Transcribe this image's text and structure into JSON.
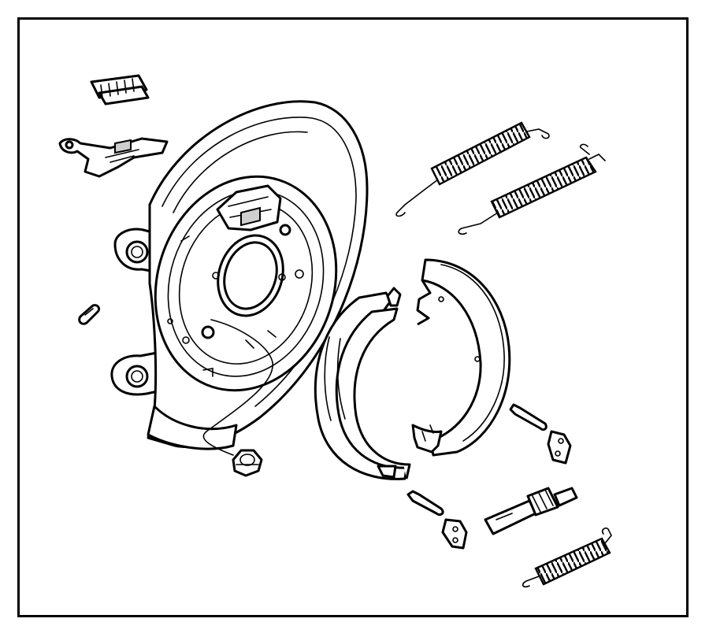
{
  "diagram": {
    "style": "exploded parts illustration, black line art on white",
    "parts": [
      {
        "name": "shoe-adjuster-clips",
        "icon": "clip-stack-icon"
      },
      {
        "name": "parking-brake-lever",
        "icon": "lever-icon"
      },
      {
        "name": "brake-backing-plate",
        "icon": "backing-plate-icon"
      },
      {
        "name": "retainer-clip",
        "icon": "retainer-icon"
      },
      {
        "name": "mounting-nut",
        "icon": "hex-nut-icon"
      },
      {
        "name": "return-spring-upper",
        "icon": "coil-spring-icon"
      },
      {
        "name": "return-spring-lower",
        "icon": "coil-spring-icon"
      },
      {
        "name": "brake-shoe-front",
        "icon": "brake-shoe-icon"
      },
      {
        "name": "brake-shoe-rear",
        "icon": "brake-shoe-icon"
      },
      {
        "name": "hold-down-pin-upper",
        "icon": "pin-icon"
      },
      {
        "name": "hold-down-spring-cup-upper",
        "icon": "spring-cup-icon"
      },
      {
        "name": "hold-down-pin-lower",
        "icon": "pin-icon"
      },
      {
        "name": "hold-down-spring-cup-lower",
        "icon": "spring-cup-icon"
      },
      {
        "name": "adjuster-screw",
        "icon": "adjuster-icon"
      },
      {
        "name": "adjuster-spring",
        "icon": "coil-spring-icon"
      }
    ]
  }
}
